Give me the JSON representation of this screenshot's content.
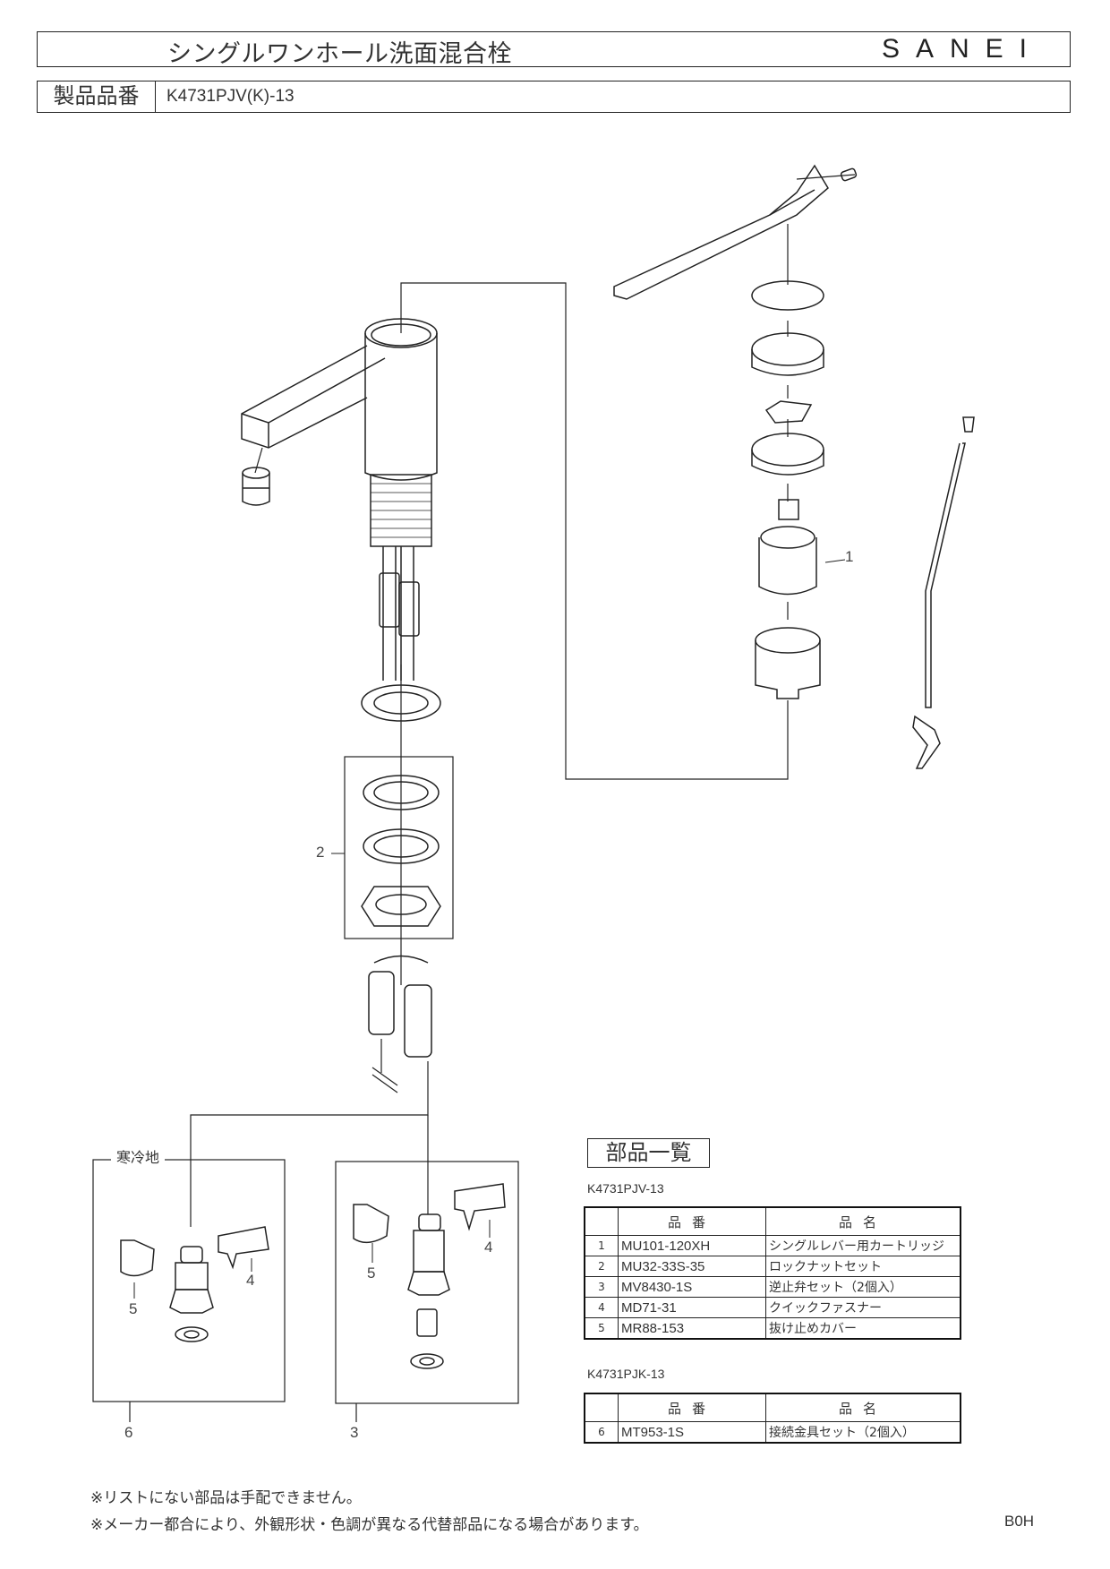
{
  "header": {
    "title": "シングルワンホール洗面混合栓",
    "brand": "SANEI",
    "model_label": "製品品番",
    "model_value": "K4731PJV(K)-13"
  },
  "diagram": {
    "callouts": {
      "c1": "1",
      "c2": "2",
      "c3": "3",
      "c4a": "4",
      "c4b": "4",
      "c5a": "5",
      "c5b": "5",
      "c6": "6"
    },
    "cold_region_label": "寒冷地"
  },
  "parts_list": {
    "title": "部品一覧",
    "groups": [
      {
        "model": "K4731PJV-13",
        "headers": [
          "",
          "品番",
          "品名"
        ],
        "rows": [
          {
            "no": "1",
            "code": "MU101-120XH",
            "name": "シングルレバー用カートリッジ"
          },
          {
            "no": "2",
            "code": "MU32-33S-35",
            "name": "ロックナットセット"
          },
          {
            "no": "3",
            "code": "MV8430-1S",
            "name": "逆止弁セット（2個入）"
          },
          {
            "no": "4",
            "code": "MD71-31",
            "name": "クイックファスナー"
          },
          {
            "no": "5",
            "code": "MR88-153",
            "name": "抜け止めカバー"
          }
        ]
      },
      {
        "model": "K4731PJK-13",
        "headers": [
          "",
          "品番",
          "品名"
        ],
        "rows": [
          {
            "no": "6",
            "code": "MT953-1S",
            "name": "接続金具セット（2個入）"
          }
        ]
      }
    ]
  },
  "footer": {
    "notes": [
      "※リストにない部品は手配できません。",
      "※メーカー都合により、外観形状・色調が異なる代替部品になる場合があります。"
    ],
    "doc_code": "B0H"
  }
}
